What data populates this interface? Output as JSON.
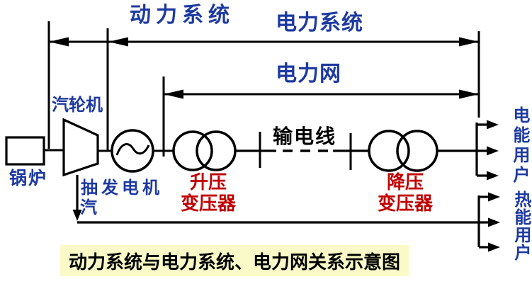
{
  "title": "动力系统与电力系统、电力网关系示意图",
  "spans": {
    "power_system": "动力系统",
    "electric_system": "电力系统",
    "power_grid": "电力网"
  },
  "components": {
    "boiler": "锅炉",
    "turbine": "汽轮机",
    "generator": "发电机",
    "extraction_top": "抽",
    "extraction_bottom": "汽",
    "stepup_transformer": "升压\n变压器",
    "transmission_line": "输电线",
    "stepdown_transformer": "降压\n变压器"
  },
  "users": {
    "electric": "电能用户",
    "thermal": "热能用户"
  },
  "colors": {
    "label_blue": "#1e3aa0",
    "label_red": "#c00000",
    "line_black": "#000000",
    "title_highlight": "#fafac8"
  }
}
